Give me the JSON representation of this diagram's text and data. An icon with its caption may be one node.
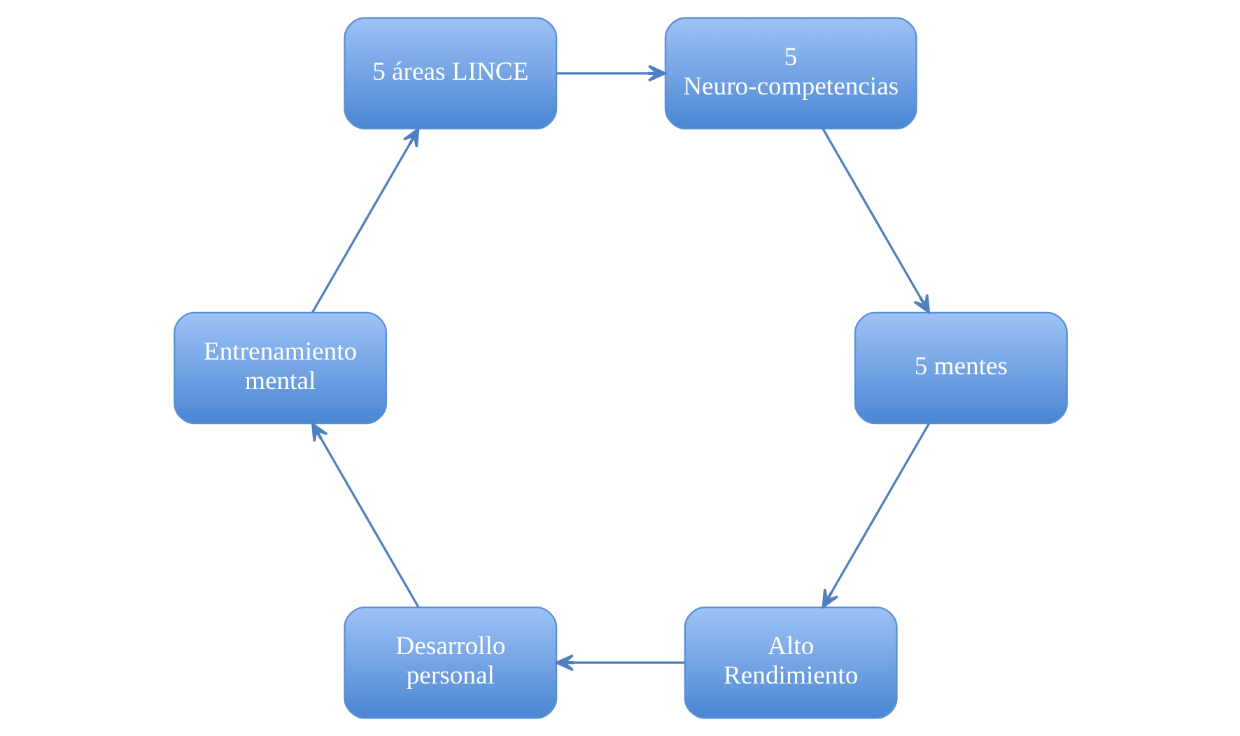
{
  "diagram": {
    "nodes": [
      {
        "text": [
          "Alto Rendimiento"
        ]
      },
      {
        "text": [
          "Desarrollo personal"
        ]
      },
      {
        "text": [
          "Entrenamiento mental"
        ]
      },
      {
        "text": [
          "5 áreas LINCE"
        ]
      },
      {
        "text": [
          "5 Neuro-competencias"
        ]
      },
      {
        "text": [
          "5 mentes"
        ]
      }
    ],
    "edges": [
      {
        "from": 0,
        "to": 1,
        "arrow": "to"
      },
      {
        "from": 1,
        "to": 2,
        "arrow": "to"
      },
      {
        "from": 2,
        "to": 3,
        "arrow": "to"
      },
      {
        "from": 3,
        "to": 4,
        "arrow": "to"
      },
      {
        "from": 4,
        "to": 5,
        "arrow": "to"
      },
      {
        "from": 5,
        "to": 0,
        "arrow": "to"
      }
    ]
  }
}
